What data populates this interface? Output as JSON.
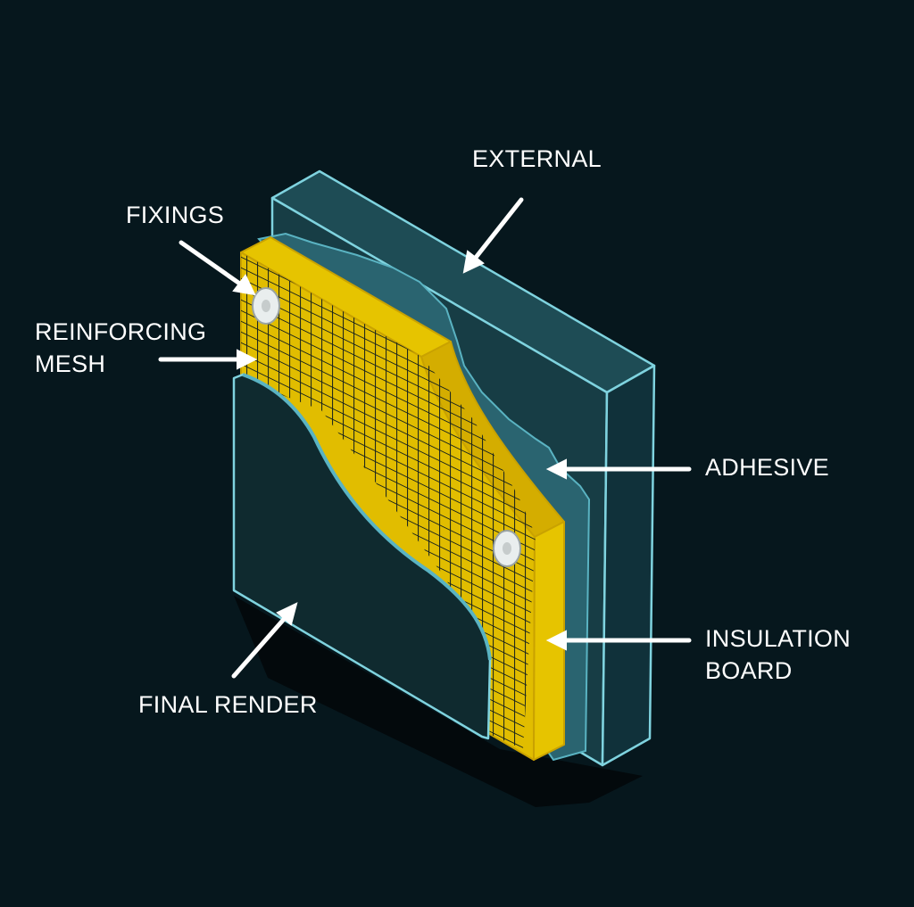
{
  "colors": {
    "background": "#06171d",
    "wall_face": "#173d45",
    "wall_side": "#10313a",
    "wall_top": "#1e4c55",
    "outline": "#7fd3df",
    "adhesive": "#2a6470",
    "insulation": "#e1bd00",
    "insulation_shadow": "#c9a200",
    "mesh": "#14201e",
    "render": "#0f2a2f",
    "fixing": "#e9eeee",
    "arrow": "#ffffff"
  },
  "labels": {
    "external": "EXTERNAL",
    "fixings": "FIXINGS",
    "reinforcing_mesh": [
      "REINFORCING",
      "MESH"
    ],
    "adhesive": "ADHESIVE",
    "insulation_board": [
      "INSULATION",
      "BOARD"
    ],
    "final_render": "FINAL RENDER"
  }
}
